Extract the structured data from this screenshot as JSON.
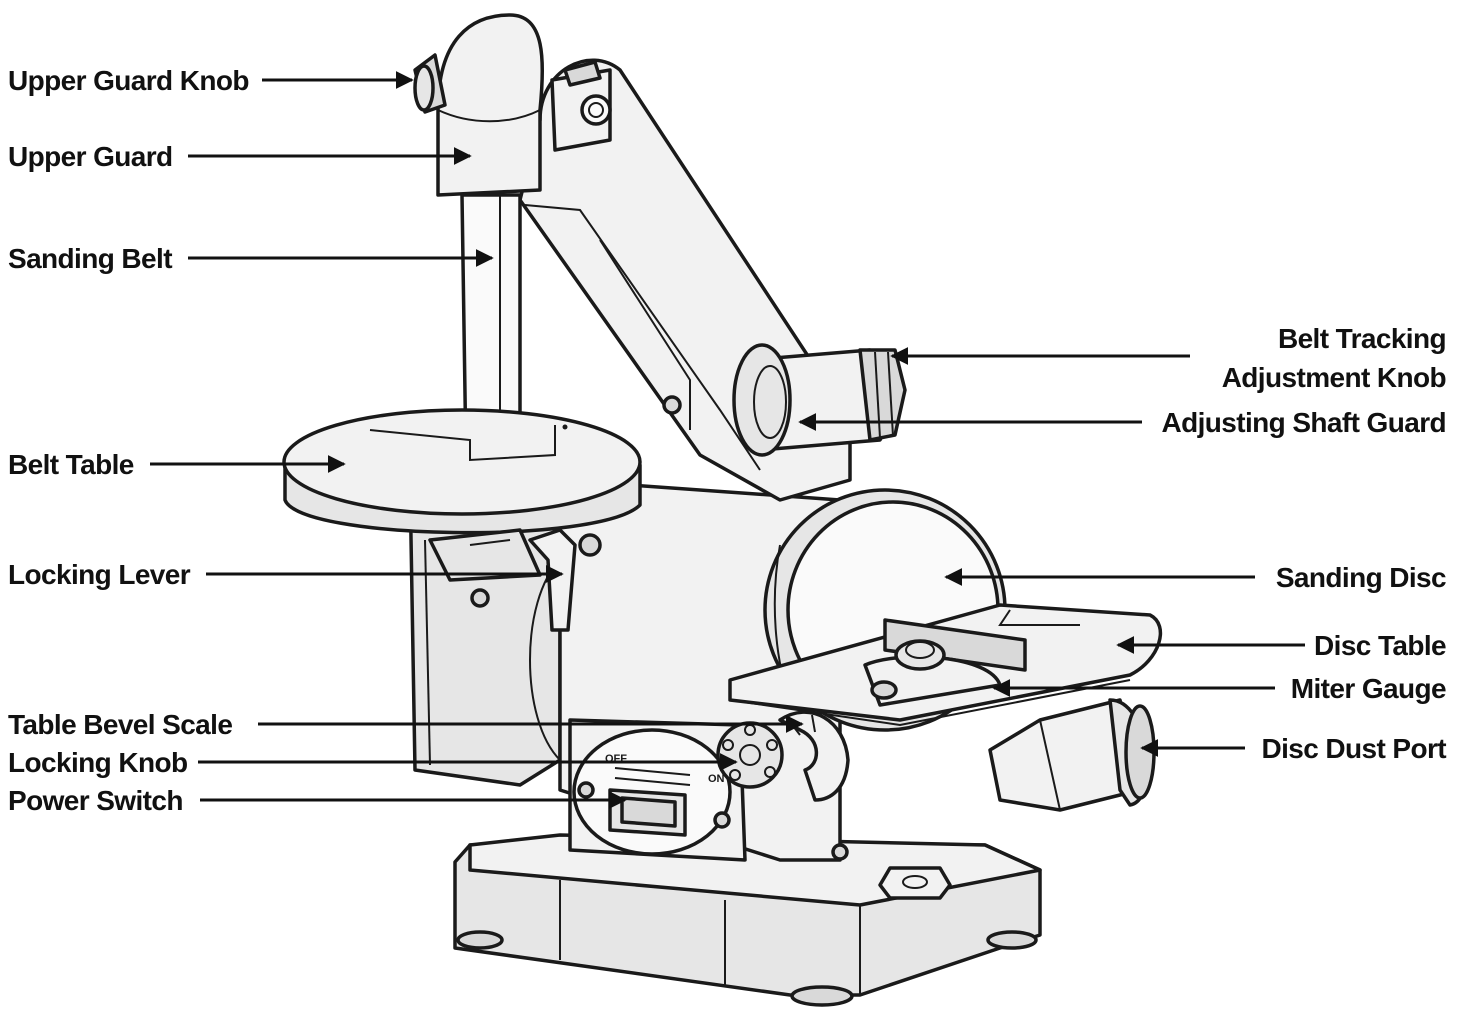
{
  "labels": {
    "upper_guard_knob": "Upper Guard Knob",
    "upper_guard": "Upper Guard",
    "sanding_belt": "Sanding Belt",
    "belt_table": "Belt Table",
    "locking_lever": "Locking Lever",
    "table_bevel_scale": "Table Bevel Scale",
    "locking_knob": "Locking Knob",
    "power_switch": "Power Switch",
    "belt_tracking_line1": "Belt Tracking",
    "belt_tracking_line2": "Adjustment Knob",
    "adjusting_shaft_guard": "Adjusting Shaft Guard",
    "sanding_disc": "Sanding Disc",
    "disc_table": "Disc Table",
    "miter_gauge": "Miter Gauge",
    "disc_dust_port": "Disc Dust Port"
  },
  "switch_text": {
    "off": "OFF",
    "on": "ON"
  },
  "colors": {
    "line": "#1a1a1a",
    "label": "#111111",
    "body": "#f2f2f2"
  }
}
